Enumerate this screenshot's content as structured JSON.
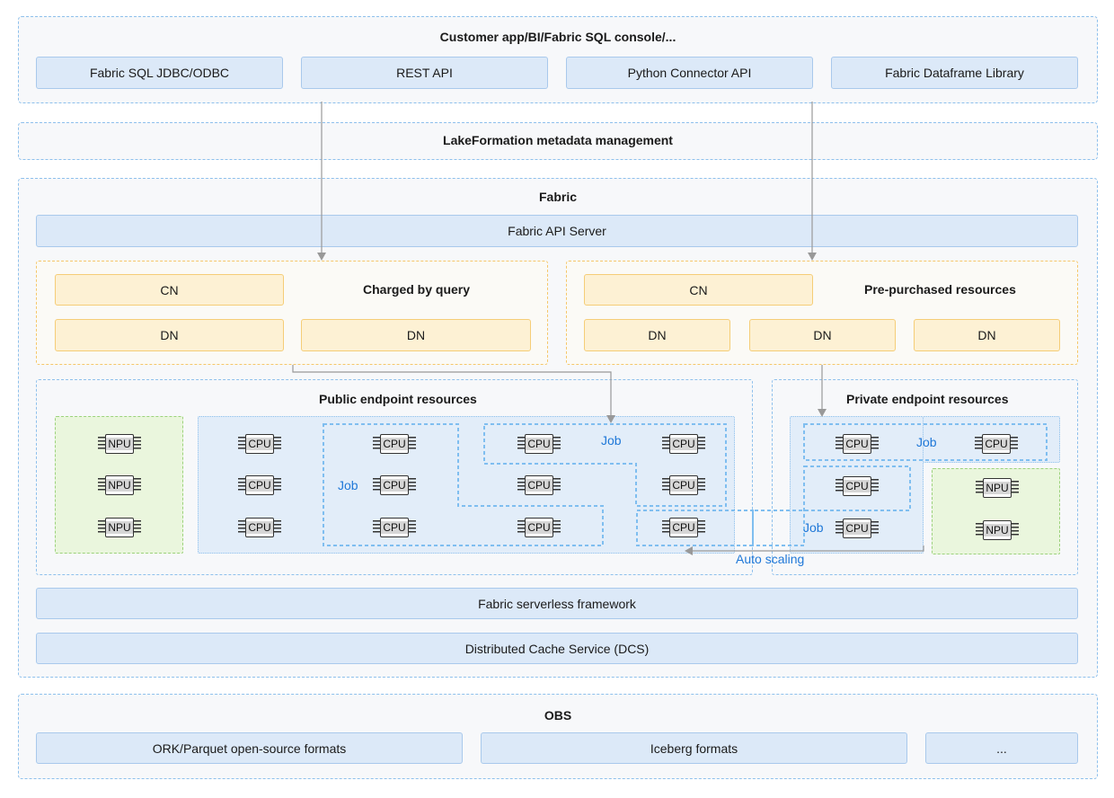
{
  "customer": {
    "title": "Customer app/BI/Fabric SQL console/...",
    "items": [
      "Fabric SQL JDBC/ODBC",
      "REST API",
      "Python Connector API",
      "Fabric Dataframe Library"
    ]
  },
  "lakeformation": {
    "title": "LakeFormation metadata management"
  },
  "fabric": {
    "title": "Fabric",
    "api_server": "Fabric API Server",
    "charged": {
      "label": "Charged by query",
      "cn": "CN",
      "dn": [
        "DN",
        "DN"
      ]
    },
    "prepurchased": {
      "label": "Pre-purchased resources",
      "cn": "CN",
      "dn": [
        "DN",
        "DN",
        "DN"
      ]
    },
    "public": {
      "title": "Public endpoint resources",
      "npu": [
        "NPU",
        "NPU",
        "NPU"
      ],
      "cpu_label": "CPU",
      "job_label": "Job"
    },
    "private": {
      "title": "Private endpoint resources",
      "cpu_label": "CPU",
      "npu": [
        "NPU",
        "NPU"
      ],
      "job_label": "Job"
    },
    "auto_scaling": "Auto scaling",
    "serverless": "Fabric serverless framework",
    "dcs": "Distributed Cache Service (DCS)"
  },
  "obs": {
    "title": "OBS",
    "items": [
      "ORK/Parquet open-source formats",
      "Iceberg formats",
      "..."
    ]
  },
  "colors": {
    "blue_fill": "#dce9f8",
    "yellow_fill": "#fdf1d4",
    "green_fill": "#eaf6dd",
    "job_text": "#1f78d8",
    "dashed_border": "#8ec0ec"
  }
}
